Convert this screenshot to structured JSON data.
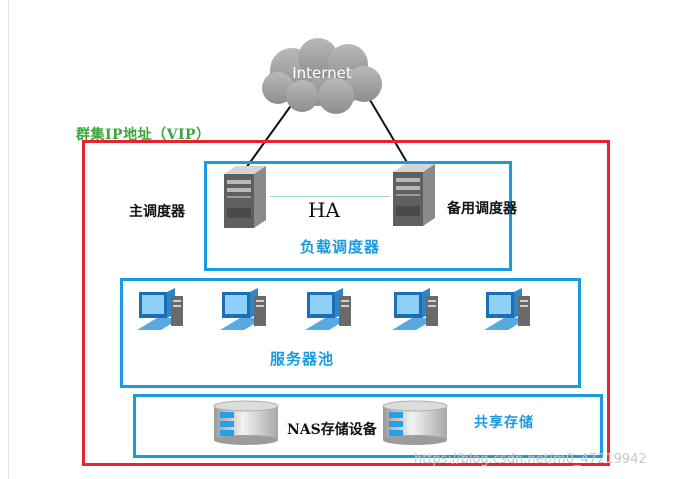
{
  "internet": {
    "label": "Internet",
    "icon": "cloud-icon"
  },
  "cluster": {
    "vip_label": "群集IP地址（VIP）"
  },
  "load_balancer": {
    "main_label": "主调度器",
    "backup_label": "备用调度器",
    "ha_label": "HA",
    "group_label": "负载调度器"
  },
  "server_pool": {
    "label": "服务器池"
  },
  "storage": {
    "nas_label": "NAS存储设备",
    "shared_label": "共享存储"
  },
  "watermark": "https://blog.csdn.net/m0_47219942",
  "colors": {
    "cluster_border": "#e8232f",
    "group_border": "#1a9be0",
    "vip_text": "#3aa63a",
    "group_text": "#1a9be0"
  }
}
